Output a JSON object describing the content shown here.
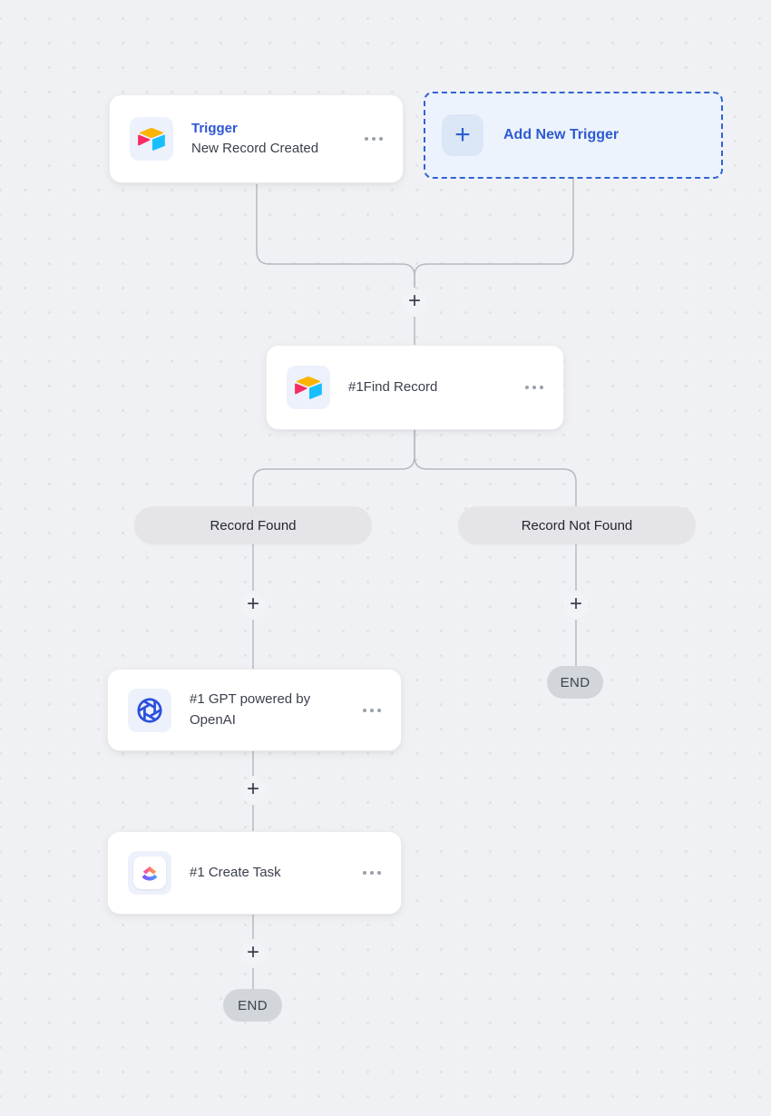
{
  "colors": {
    "canvas_bg": "#f0f1f4",
    "dot": "#e2e3e7",
    "wire": "#b7b9bf",
    "accent_blue": "#2d5bd1",
    "add_card_bg": "#edf3fc",
    "pill_bg": "#e5e5e9",
    "end_bg": "#d2d5da",
    "airtable_yellow": "#fcb400",
    "airtable_blue": "#18bfff",
    "airtable_red": "#f82b60",
    "openai_blue": "#2b51de"
  },
  "icons": {
    "plus": "+",
    "ellipsis": "⋯",
    "airtable": "airtable-logo",
    "openai": "openai-logo",
    "clickup": "clickup-logo"
  },
  "trigger_card": {
    "title": "Trigger",
    "subtitle": "New Record Created"
  },
  "add_trigger_card": {
    "label": "Add New Trigger",
    "plus_glyph": "+"
  },
  "find_record_card": {
    "title": "#1Find Record"
  },
  "branch_labels": {
    "found": "Record Found",
    "not_found": "Record Not Found"
  },
  "gpt_card": {
    "title": "#1 GPT powered by OpenAI"
  },
  "create_task_card": {
    "title": "#1 Create Task"
  },
  "end_badge": {
    "label": "END"
  },
  "plus_button": {
    "glyph": "+"
  }
}
